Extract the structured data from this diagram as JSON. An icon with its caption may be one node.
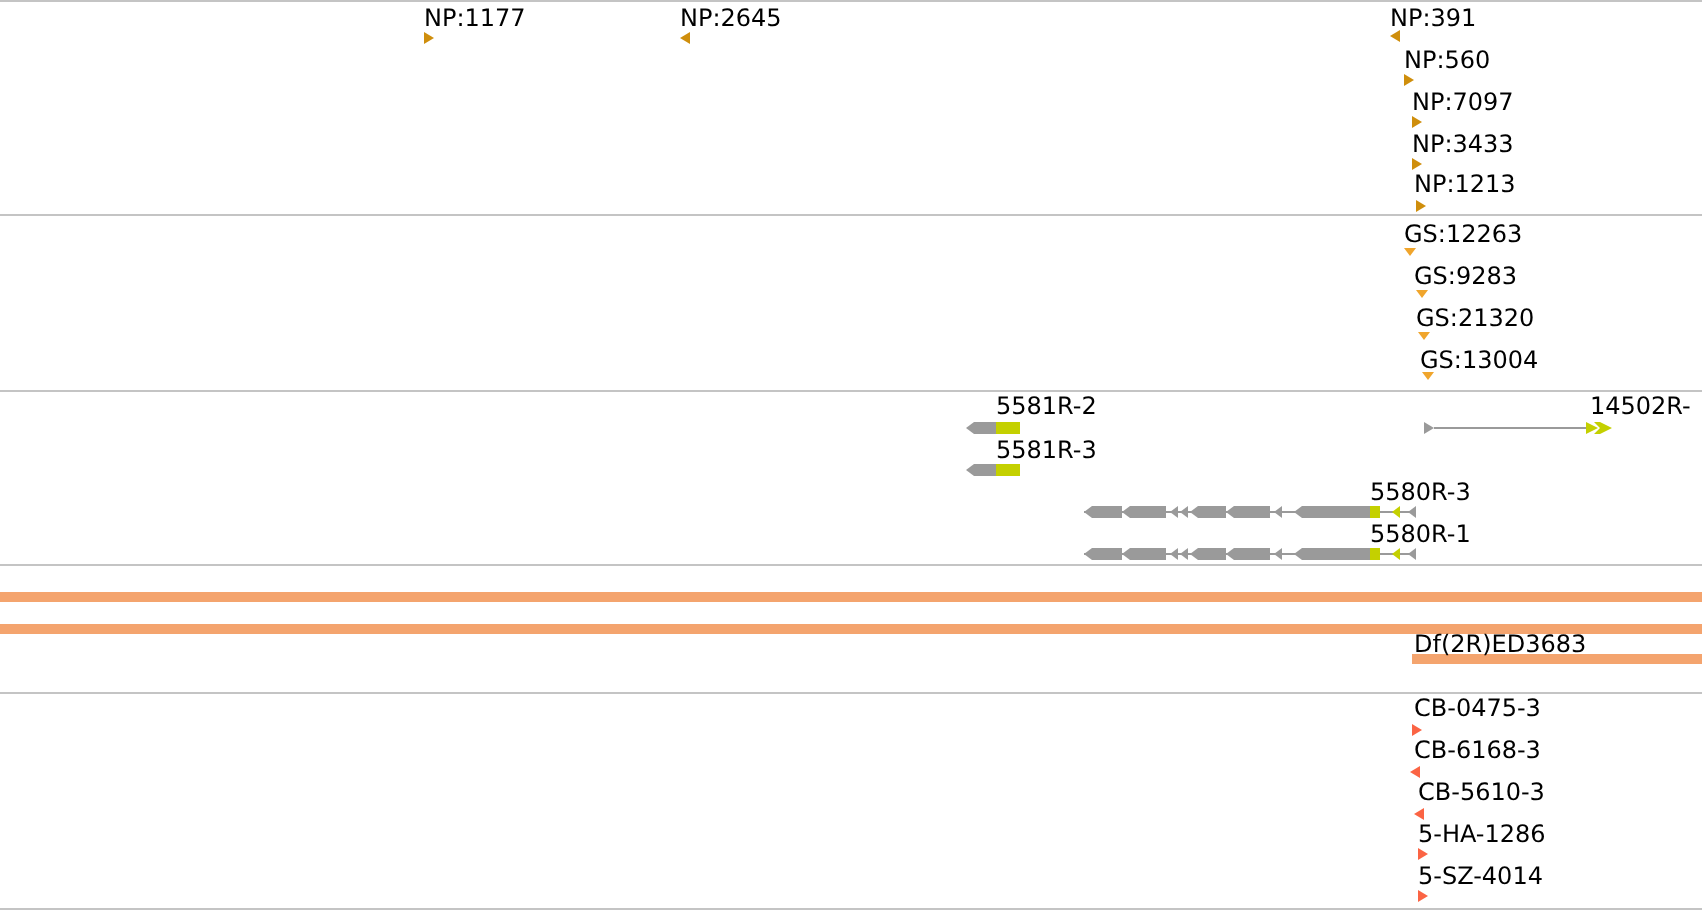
{
  "diagram": {
    "labels": [
      "NP:1177",
      "NP:2645",
      "NP:391",
      "NP:560",
      "NP:7097",
      "NP:3433",
      "NP:1213",
      "GS:12263",
      "GS:9283",
      "GS:21320",
      "GS:13004",
      "5581R-2",
      "14502R-",
      "5581R-3",
      "5580R-3",
      "5580R-1",
      "Df(2R)ED3683",
      "CB-0475-3",
      "CB-6168-3",
      "CB-5610-3",
      "5-HA-1286",
      "5-SZ-4014"
    ]
  }
}
